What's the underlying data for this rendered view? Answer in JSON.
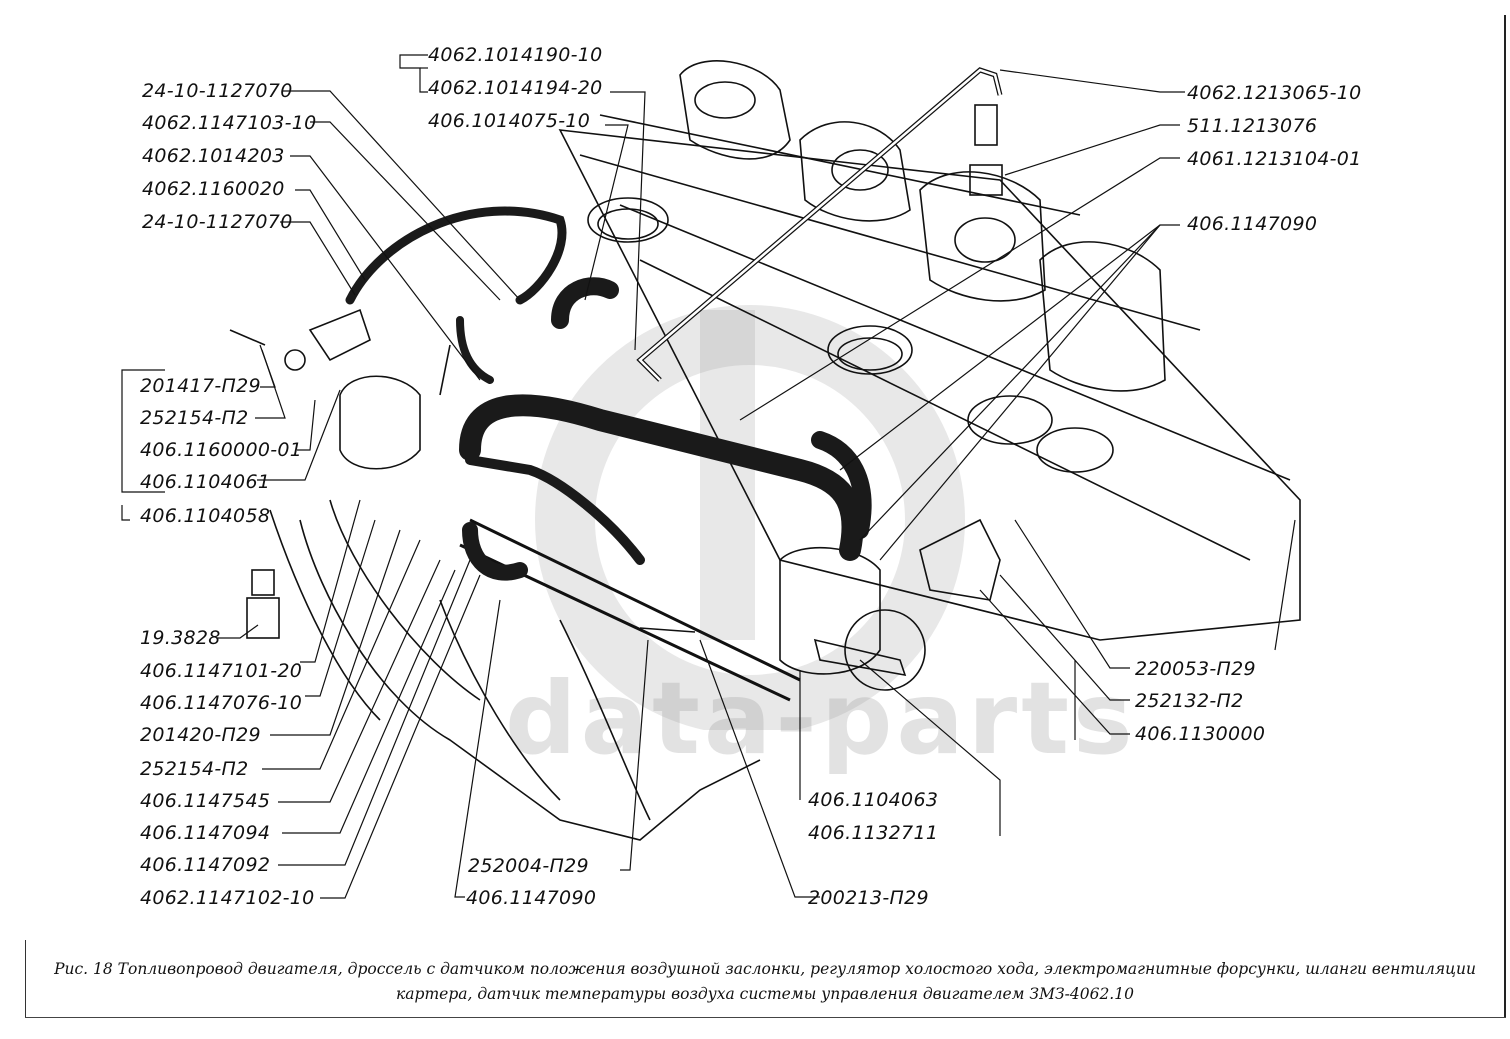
{
  "figure": {
    "title": "Рис. 18",
    "caption_line1": "Рис. 18   Топливопровод двигателя, дроссель с датчиком положения воздушной заслонки, регулятор холостого хода, электромагнитные форсунки, шланги вентиляции",
    "caption_line2": "картера, датчик температуры воздуха системы управления двигателем ЗМЗ-4062.10"
  },
  "watermark": {
    "logo": "dp",
    "text": "data-parts"
  },
  "labels": {
    "top_group": [
      "4062.1014190-10",
      "4062.1014194-20",
      "406.1014075-10"
    ],
    "left_top": [
      "24-10-1127070",
      "4062.1147103-10",
      "4062.1014203",
      "4062.1160020",
      "24-10-1127070"
    ],
    "left_mid": [
      "201417-П29",
      "252154-П2",
      "406.1160000-01",
      "406.1104061",
      "406.1104058"
    ],
    "left_bottom": [
      "19.3828",
      "406.1147101-20",
      "406.1147076-10",
      "201420-П29",
      "252154-П2",
      "406.1147545",
      "406.1147094",
      "406.1147092",
      "4062.1147102-10"
    ],
    "bottom_center": [
      "252004-П29",
      "406.1147090",
      "406.1104063",
      "406.1132711",
      "200213-П29"
    ],
    "right_top": [
      "4062.1213065-10",
      "511.1213076",
      "4061.1213104-01",
      "406.1147090"
    ],
    "right_bottom": [
      "220053-П29",
      "252132-П2",
      "406.1130000"
    ]
  }
}
